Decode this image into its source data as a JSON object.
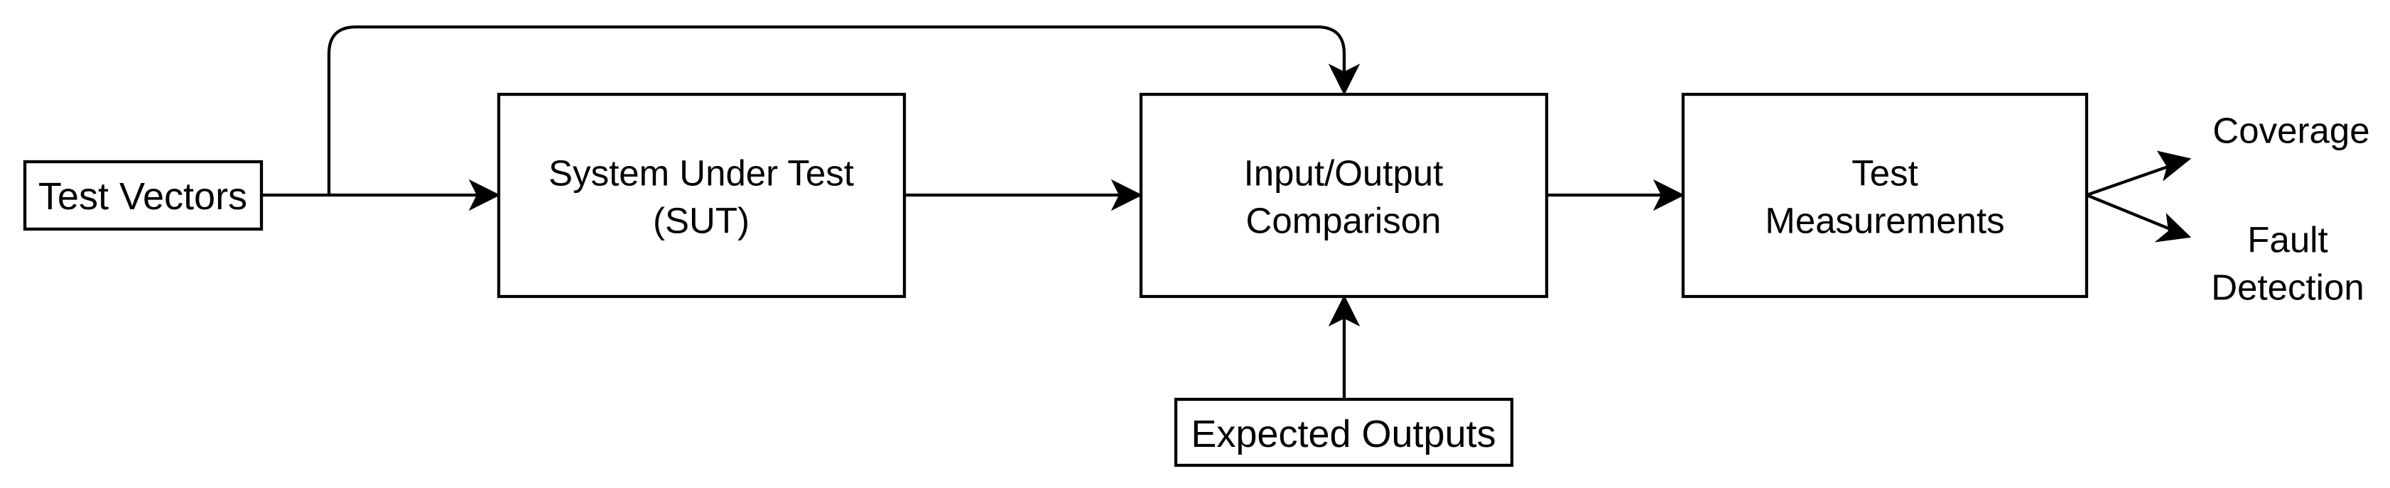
{
  "nodes": {
    "test_vectors": {
      "label": "Test Vectors"
    },
    "sut": {
      "line1": "System Under Test",
      "line2": "(SUT)"
    },
    "comparison": {
      "line1": "Input/Output",
      "line2": "Comparison"
    },
    "measurements": {
      "line1": "Test",
      "line2": "Measurements"
    },
    "expected_outputs": {
      "label": "Expected Outputs"
    },
    "coverage": {
      "label": "Coverage"
    },
    "fault_detection": {
      "line1": "Fault",
      "line2": "Detection"
    }
  }
}
